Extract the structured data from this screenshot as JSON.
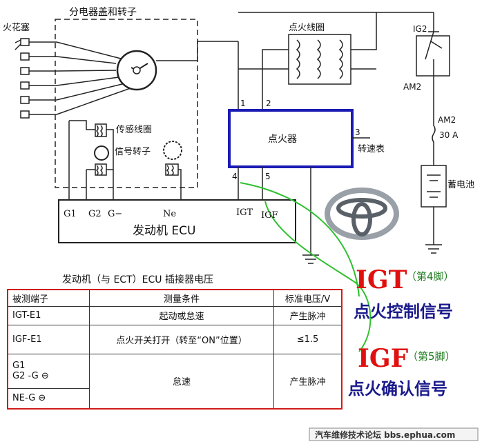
{
  "diagram": {
    "dist_title": "分电器盖和转子",
    "spark_plug": "火花塞",
    "ign_coil": "点火线圈",
    "pickup_coil": "传感线圈",
    "signal_rotor": "信号转子",
    "igniter": "点火器",
    "tach": "转速表",
    "ecu": "发动机 ECU",
    "ecu_g1": "G1",
    "ecu_g2": "G2",
    "ecu_gminus": "G−",
    "ecu_ne": "Ne",
    "ecu_igt": "IGT",
    "ecu_igf": "IGF",
    "pin1": "1",
    "pin2": "2",
    "pin3": "3",
    "pin4": "4",
    "pin5": "5",
    "ig2": "IG2",
    "am2_top": "AM2",
    "am2_fuse": "AM2",
    "fuse_rating": "30 A",
    "battery": "蓄电池"
  },
  "annotations": {
    "igt": "IGT",
    "igt_pin": "（第4脚）",
    "igt_desc": "点火控制信号",
    "igf": "IGF",
    "igf_pin": "（第5脚）",
    "igf_desc": "点火确认信号"
  },
  "table": {
    "caption": "发动机（与 ECT）ECU 插接器电压",
    "headers": [
      "被测端子",
      "测量条件",
      "标准电压/V"
    ],
    "rows": [
      {
        "terminal": "IGT-E1",
        "condition": "起动或怠速",
        "voltage": "产生脉冲"
      },
      {
        "terminal": "IGF-E1",
        "condition": "点火开关打开（转至“ON”位置）",
        "voltage": "≤1.5"
      },
      {
        "terminal_a": "G1",
        "terminal_b": "G2",
        "terminal_c": "NE-G",
        "suffix": "-G",
        "condition": "怠速",
        "voltage": "产生脉冲"
      }
    ]
  },
  "watermark": "汽车维修技术论坛 bbs.ephua.com",
  "colors": {
    "igniter_border": "#1a1ab4",
    "annotation_red": "#e01010",
    "annotation_text": "#1a1a8c",
    "pin_note": "#1a7a1a",
    "signal_wire": "#2fc02f",
    "table_border": "#d21a1a"
  }
}
